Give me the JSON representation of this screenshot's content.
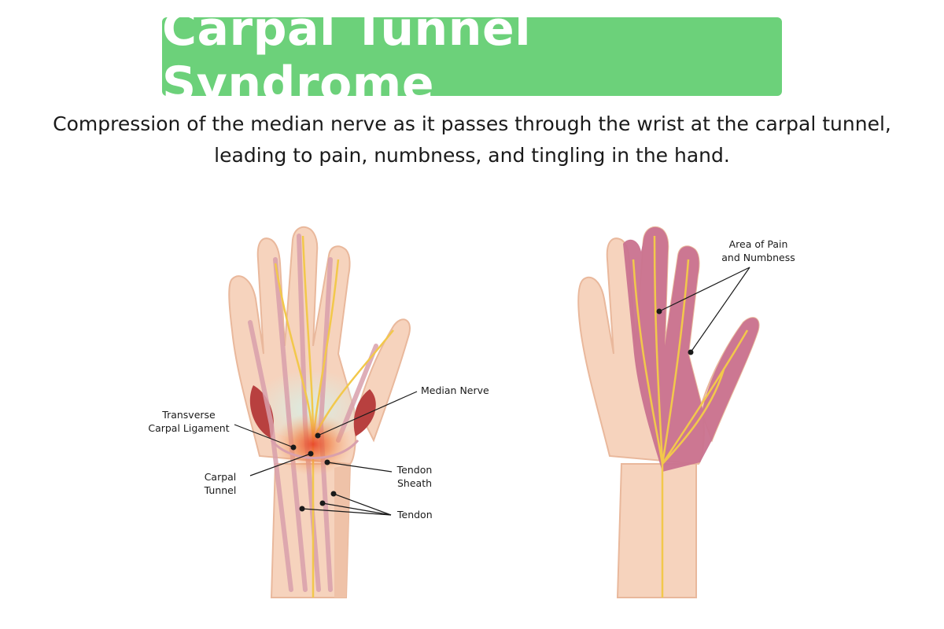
{
  "title": "Carpal Tunnel Syndrome",
  "subtitle": {
    "line1": "Compression of the median nerve as it passes through the wrist at the carpal tunnel,",
    "line2": "leading to pain, numbness, and tingling in the hand."
  },
  "labels": {
    "transverse_line1": "Transverse",
    "transverse_line2": "Carpal Ligament",
    "median_nerve": "Median Nerve",
    "carpal_line1": "Carpal",
    "carpal_line2": "Tunnel",
    "sheath_line1": "Tendon",
    "sheath_line2": "Sheath",
    "tendon": "Tendon",
    "pain_line1": "Area of Pain",
    "pain_line2": "and Numbness"
  },
  "colors": {
    "banner": "#6cd17a",
    "skin": "#f6d3bd",
    "skin_outline": "#e9b89c",
    "nerve": "#f2c84b",
    "tendon": "#d9a0ac",
    "numb_area": "#c9728f",
    "inflammation": "#e8452a"
  }
}
